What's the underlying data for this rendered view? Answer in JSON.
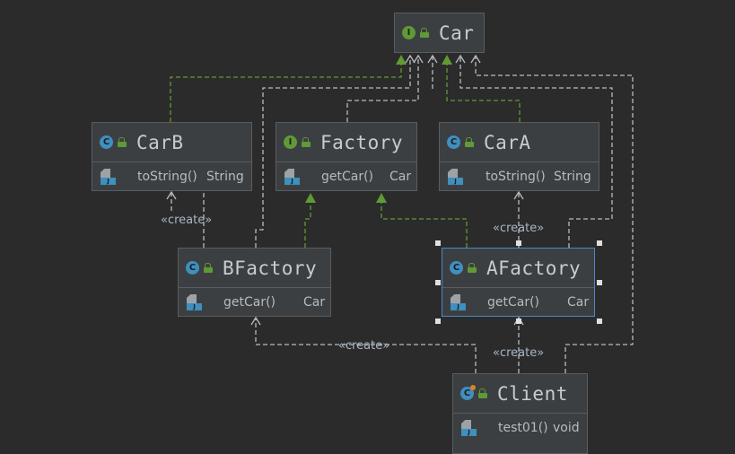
{
  "nodes": {
    "car": {
      "title": "Car",
      "kind": "interface"
    },
    "carb": {
      "title": "CarB",
      "kind": "class",
      "method": "toString()",
      "type": "String"
    },
    "factory": {
      "title": "Factory",
      "kind": "interface",
      "method": "getCar()",
      "type": "Car"
    },
    "cara": {
      "title": "CarA",
      "kind": "class",
      "method": "toString()",
      "type": "String"
    },
    "bfactory": {
      "title": "BFactory",
      "kind": "class",
      "method": "getCar()",
      "type": "Car"
    },
    "afactory": {
      "title": "AFactory",
      "kind": "class",
      "method": "getCar()",
      "type": "Car",
      "selected": true
    },
    "client": {
      "title": "Client",
      "kind": "class",
      "method": "test01()",
      "type": "void"
    }
  },
  "badges": {
    "class": "C",
    "interface": "I",
    "method_icon_label": "J"
  },
  "edge_labels": {
    "carb_create": "«create»",
    "cara_create": "«create»",
    "bfactory_create": "«create»",
    "afactory_create": "«create»"
  },
  "colors": {
    "background": "#2b2b2b",
    "node_fill": "#3c3f41",
    "node_border": "#5a5d5f",
    "realization": "#5f9a36",
    "dependency": "#b8bbbe",
    "selection": "#4a88c7"
  }
}
